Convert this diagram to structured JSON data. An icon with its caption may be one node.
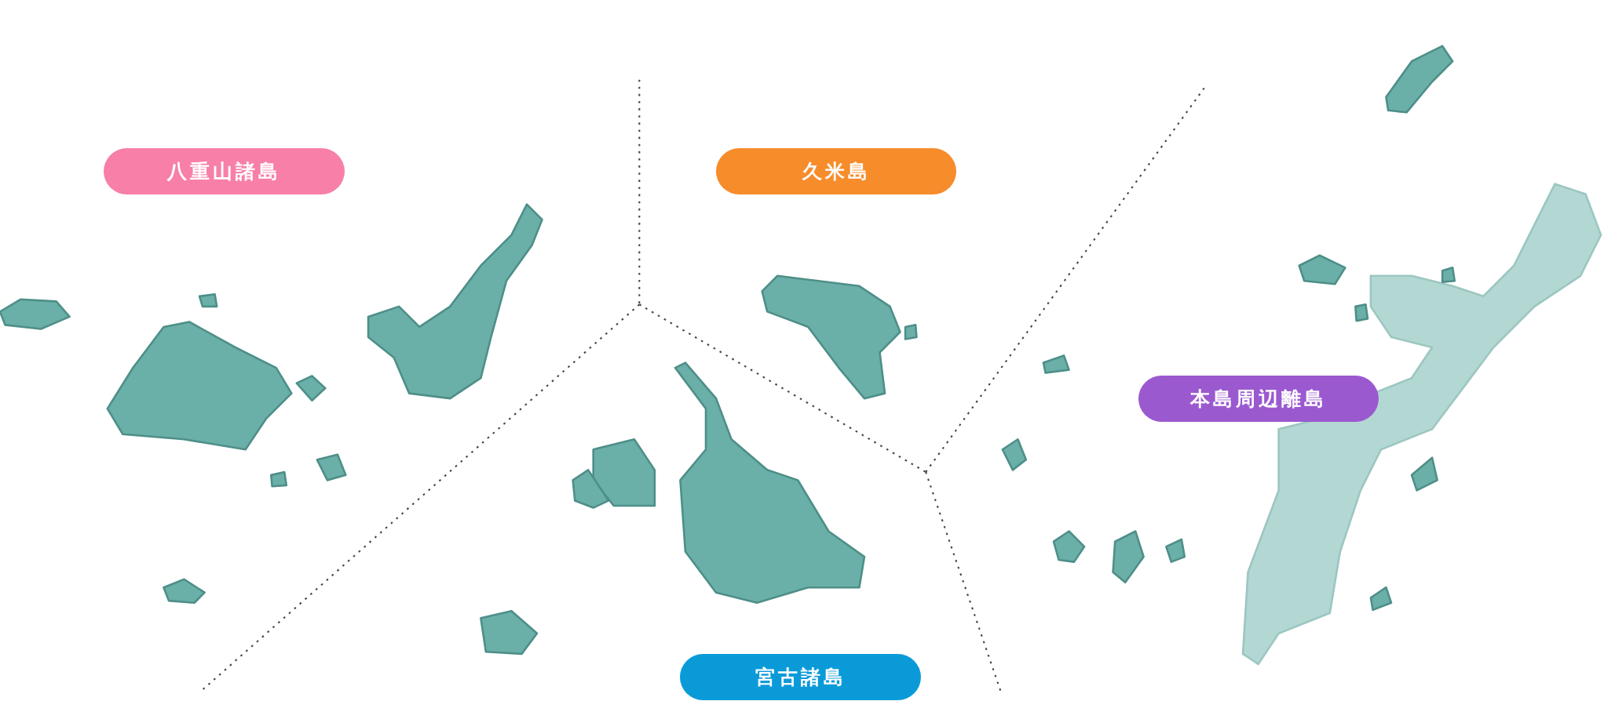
{
  "diagram": {
    "nodes": [
      {
        "text": [
          "八重山諸島"
        ]
      },
      {
        "text": [
          "久米島"
        ]
      },
      {
        "text": [
          "本島周辺離島"
        ]
      },
      {
        "text": [
          "宮古諸島"
        ]
      }
    ]
  }
}
